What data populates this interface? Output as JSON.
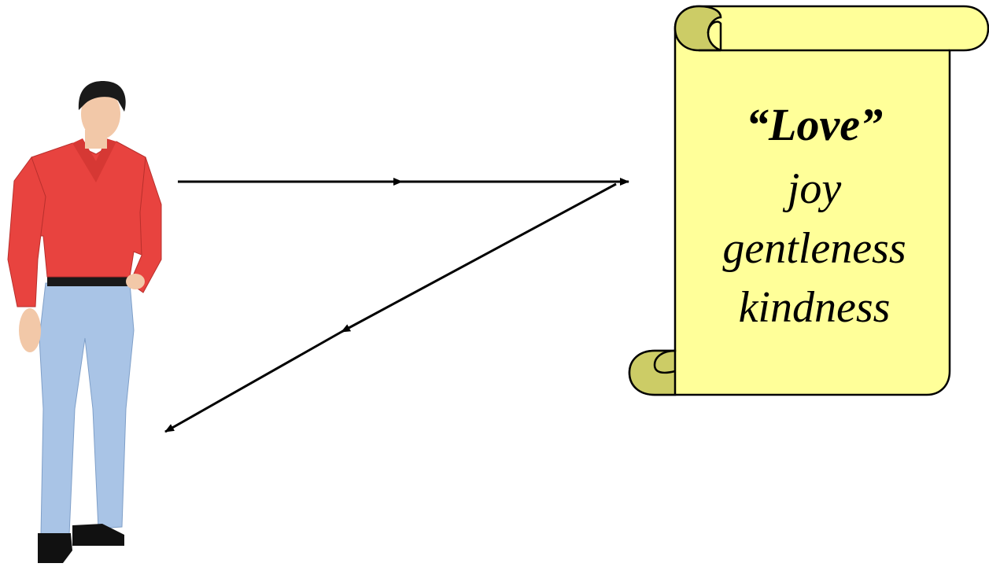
{
  "scroll": {
    "title": "“Love”",
    "lines": [
      "joy",
      "gentleness",
      "kindness"
    ]
  },
  "colors": {
    "scroll_fill": "#ffff99",
    "scroll_curl": "#cccc66",
    "shirt": "#e8433f",
    "pants": "#a9c4e6",
    "hair": "#1a1a1a",
    "skin": "#f2c8a8",
    "arrow": "#000000"
  },
  "icons": {
    "person": "man-standing-illustration",
    "scroll": "parchment-scroll"
  }
}
